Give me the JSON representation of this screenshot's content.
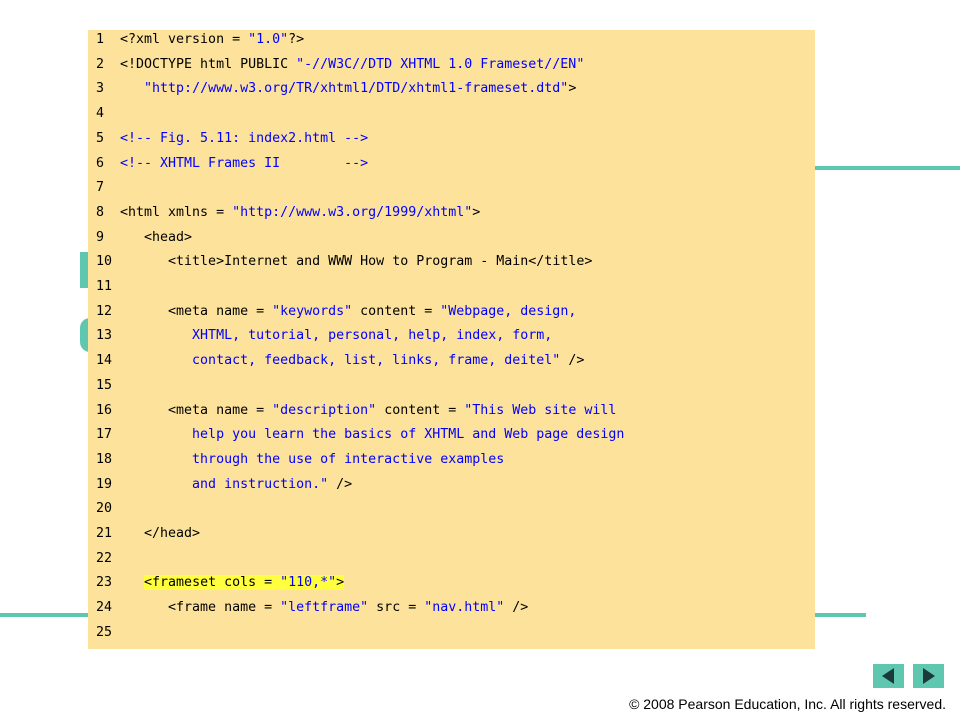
{
  "code": {
    "lines": [
      {
        "num": "1",
        "segments": [
          {
            "t": "<?xml version = ",
            "c": "tag"
          },
          {
            "t": "\"1.0\"",
            "c": "val"
          },
          {
            "t": "?>",
            "c": "tag"
          }
        ]
      },
      {
        "num": "2",
        "segments": [
          {
            "t": "<!DOCTYPE html PUBLIC ",
            "c": "tag"
          },
          {
            "t": "\"-//W3C//DTD XHTML 1.0 Frameset//EN\"",
            "c": "val"
          }
        ]
      },
      {
        "num": "3",
        "segments": [
          {
            "t": "   ",
            "c": "text"
          },
          {
            "t": "\"http://www.w3.org/TR/xhtml1/DTD/xhtml1-frameset.dtd\"",
            "c": "val"
          },
          {
            "t": ">",
            "c": "tag"
          }
        ]
      },
      {
        "num": "4",
        "segments": []
      },
      {
        "num": "5",
        "segments": [
          {
            "t": "<!-- Fig. 5.11: index2.html -->",
            "c": "comment"
          }
        ]
      },
      {
        "num": "6",
        "segments": [
          {
            "t": "<!-- XHTML Frames II        -->",
            "c": "comment"
          }
        ]
      },
      {
        "num": "7",
        "segments": []
      },
      {
        "num": "8",
        "segments": [
          {
            "t": "<html xmlns = ",
            "c": "tag"
          },
          {
            "t": "\"http://www.w3.org/1999/xhtml\"",
            "c": "val"
          },
          {
            "t": ">",
            "c": "tag"
          }
        ]
      },
      {
        "num": "9",
        "segments": [
          {
            "t": "   <head>",
            "c": "tag"
          }
        ]
      },
      {
        "num": "10",
        "segments": [
          {
            "t": "      <title>",
            "c": "tag"
          },
          {
            "t": "Internet and WWW How to Program - Main",
            "c": "text"
          },
          {
            "t": "</title>",
            "c": "tag"
          }
        ]
      },
      {
        "num": "11",
        "segments": []
      },
      {
        "num": "12",
        "segments": [
          {
            "t": "      <meta name = ",
            "c": "tag"
          },
          {
            "t": "\"keywords\"",
            "c": "val"
          },
          {
            "t": " content = ",
            "c": "tag"
          },
          {
            "t": "\"Webpage, design,",
            "c": "val"
          }
        ]
      },
      {
        "num": "13",
        "segments": [
          {
            "t": "         XHTML, tutorial, personal, help, index, form,",
            "c": "val"
          }
        ]
      },
      {
        "num": "14",
        "segments": [
          {
            "t": "         contact, feedback, list, links, frame, deitel\"",
            "c": "val"
          },
          {
            "t": " />",
            "c": "tag"
          }
        ]
      },
      {
        "num": "15",
        "segments": []
      },
      {
        "num": "16",
        "segments": [
          {
            "t": "      <meta name = ",
            "c": "tag"
          },
          {
            "t": "\"description\"",
            "c": "val"
          },
          {
            "t": " content = ",
            "c": "tag"
          },
          {
            "t": "\"This Web site will",
            "c": "val"
          }
        ]
      },
      {
        "num": "17",
        "segments": [
          {
            "t": "         help you learn the basics of XHTML and Web page design",
            "c": "val"
          }
        ]
      },
      {
        "num": "18",
        "segments": [
          {
            "t": "         through the use of interactive examples",
            "c": "val"
          }
        ]
      },
      {
        "num": "19",
        "segments": [
          {
            "t": "         and instruction.\"",
            "c": "val"
          },
          {
            "t": " />",
            "c": "tag"
          }
        ]
      },
      {
        "num": "20",
        "segments": []
      },
      {
        "num": "21",
        "segments": [
          {
            "t": "   </head>",
            "c": "tag"
          }
        ]
      },
      {
        "num": "22",
        "segments": []
      },
      {
        "num": "23",
        "segments": [
          {
            "t": "   ",
            "c": "text"
          },
          {
            "t": "<frameset cols = ",
            "c": "tag",
            "hl": true
          },
          {
            "t": "\"110,*\"",
            "c": "val",
            "hl": true
          },
          {
            "t": ">",
            "c": "tag",
            "hl": true
          }
        ]
      },
      {
        "num": "24",
        "segments": [
          {
            "t": "      <frame name = ",
            "c": "tag"
          },
          {
            "t": "\"leftframe\"",
            "c": "val"
          },
          {
            "t": " src = ",
            "c": "tag"
          },
          {
            "t": "\"nav.html\"",
            "c": "val"
          },
          {
            "t": " />",
            "c": "tag"
          }
        ]
      },
      {
        "num": "25",
        "segments": []
      }
    ]
  },
  "nav": {
    "prev_icon": "arrow-left-icon",
    "next_icon": "arrow-right-icon"
  },
  "footer": {
    "copyright": "© 2008 Pearson Education, Inc.  All rights reserved."
  },
  "colors": {
    "panel": "#fde29b",
    "accent": "#5fc7b0",
    "highlight": "#ffff3f",
    "value": "#0000ff"
  }
}
